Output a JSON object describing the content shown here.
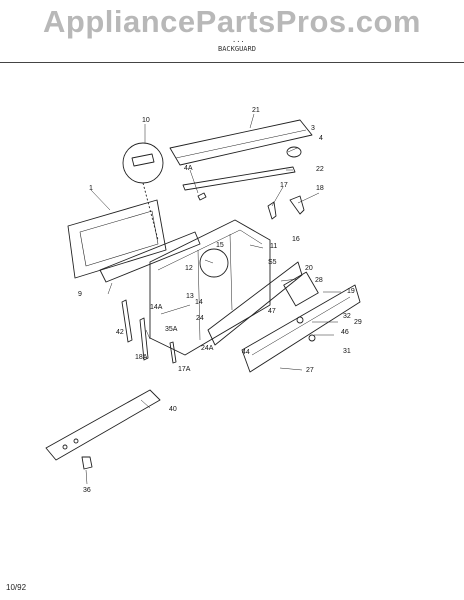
{
  "watermark": "AppliancePartsPros.com",
  "header": {
    "line1": "...",
    "line2": "BACKGUARD"
  },
  "footer": {
    "date": "10/92"
  },
  "callouts": [
    "10",
    "21",
    "3",
    "4",
    "22",
    "4A",
    "17",
    "18",
    "1",
    "16",
    "11",
    "15",
    "12",
    "20",
    "28",
    "19",
    "S5",
    "9",
    "13",
    "14",
    "14A",
    "24",
    "47",
    "42",
    "35A",
    "24A",
    "46",
    "29",
    "32",
    "31",
    "44",
    "18A",
    "17A",
    "27",
    "40",
    "36"
  ]
}
